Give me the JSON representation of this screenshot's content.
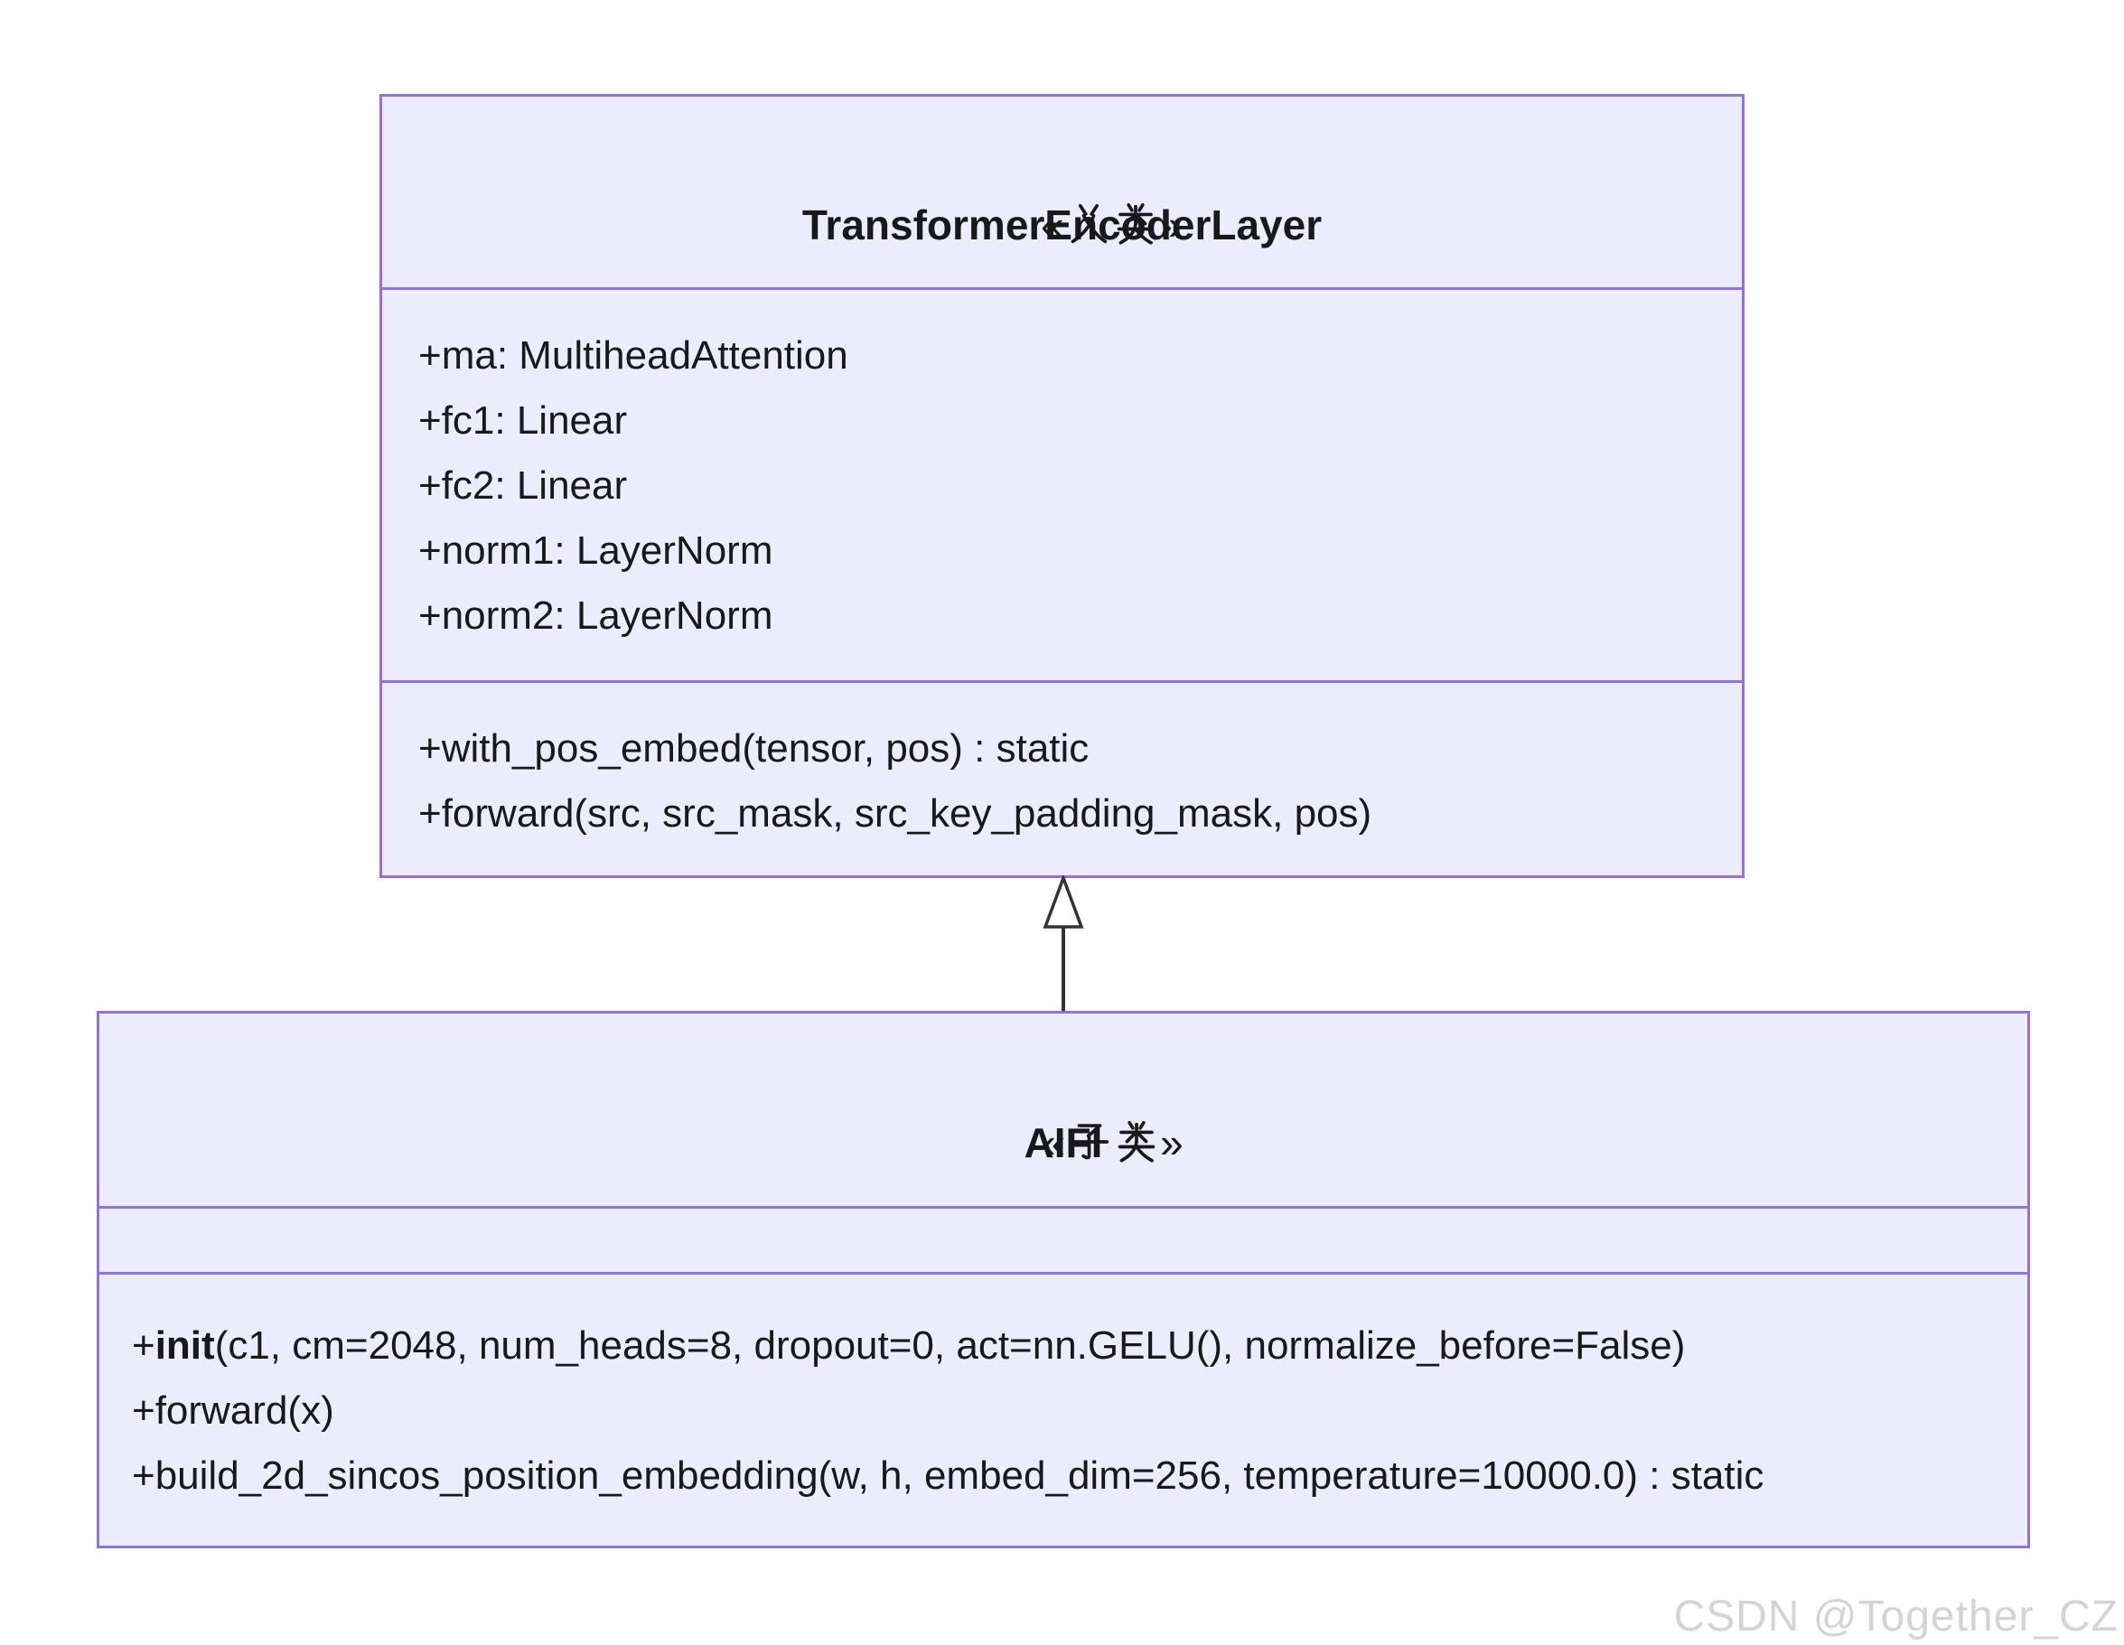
{
  "page": {
    "background": "#ffffff",
    "watermark": "CSDN @Together_CZ"
  },
  "colors": {
    "box_fill": "#ECECFF",
    "box_border": "#9370DB",
    "text": "#191919",
    "arrow": "#333333",
    "watermark": "#D4D4D4"
  },
  "parent_class": {
    "stereotype": "«父类»",
    "stereotype_open": "«",
    "stereotype_close": "»",
    "name": "TransformerEncoderLayer",
    "attributes": [
      "+ma: MultiheadAttention",
      "+fc1: Linear",
      "+fc2: Linear",
      "+norm1: LayerNorm",
      "+norm2: LayerNorm"
    ],
    "methods": [
      "+with_pos_embed(tensor, pos) : static",
      "+forward(src, src_mask, src_key_padding_mask, pos)"
    ]
  },
  "child_class": {
    "stereotype": "«子类»",
    "stereotype_open": "«",
    "stereotype_close": "»",
    "name": "AIFI",
    "attributes": [],
    "methods": [
      {
        "pre": "+",
        "bold": "init",
        "post": "(c1, cm=2048, num_heads=8, dropout=0, act=nn.GELU(), normalize_before=False)"
      },
      "+forward(x)",
      "+build_2d_sincos_position_embedding(w, h, embed_dim=256, temperature=10000.0) : static"
    ]
  },
  "relationship": {
    "type": "inheritance",
    "from": "AIFI",
    "to": "TransformerEncoderLayer",
    "arrow_style": "hollow-triangle"
  }
}
